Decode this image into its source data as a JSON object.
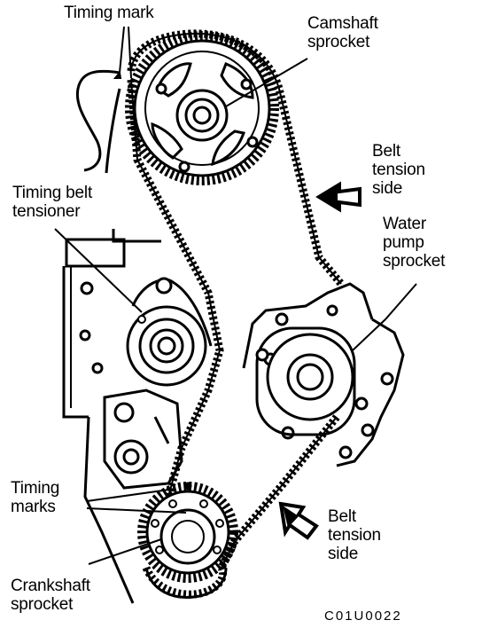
{
  "labels": {
    "timing_mark_top": "Timing mark",
    "camshaft_sprocket": [
      "Camshaft",
      "sprocket"
    ],
    "belt_tension_side_upper": [
      "Belt",
      "tension",
      "side"
    ],
    "water_pump_sprocket": [
      "Water",
      "pump",
      "sprocket"
    ],
    "timing_belt_tensioner": [
      "Timing belt",
      "tensioner"
    ],
    "timing_marks_lower": [
      "Timing",
      "marks"
    ],
    "belt_tension_side_lower": [
      "Belt",
      "tension",
      "side"
    ],
    "crankshaft_sprocket": [
      "Crankshaft",
      "sprocket"
    ],
    "figure_code": "C01U0022"
  },
  "colors": {
    "ink": "#000000",
    "paper": "#ffffff"
  }
}
